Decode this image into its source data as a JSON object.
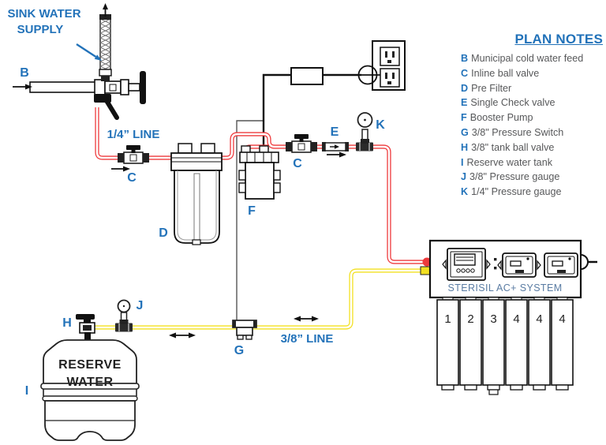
{
  "colors": {
    "label_blue": "#2272b9",
    "note_gray": "#57585a",
    "line_red": "#ee3a3c",
    "line_yellow": "#f2e022",
    "system_text_blue": "#5a7ca3"
  },
  "labels": {
    "sink1": "SINK WATER",
    "sink2": "SUPPLY",
    "b": "B",
    "c": "C",
    "d": "D",
    "e": "E",
    "f": "F",
    "g": "G",
    "h": "H",
    "i": "I",
    "j": "J",
    "k": "K",
    "line_quarter": "1/4” LINE",
    "line_three_eighths": "3/8” LINE"
  },
  "tank": {
    "line1": "RESERVE",
    "line2": "WATER"
  },
  "system": {
    "name": "STERISIL AC+ SYSTEM",
    "cartridges": [
      "1",
      "2",
      "3",
      "4",
      "4",
      "4"
    ]
  },
  "plan_notes": {
    "title": "PLAN NOTES",
    "items": [
      {
        "key": "B",
        "text": "Municipal cold water feed"
      },
      {
        "key": "C",
        "text": "Inline ball valve"
      },
      {
        "key": "D",
        "text": "Pre Filter"
      },
      {
        "key": "E",
        "text": "Single Check valve"
      },
      {
        "key": "F",
        "text": "Booster Pump"
      },
      {
        "key": "G",
        "text": "3/8\" Pressure Switch"
      },
      {
        "key": "H",
        "text": "3/8\" tank ball valve"
      },
      {
        "key": "I",
        "text": "Reserve water tank"
      },
      {
        "key": "J",
        "text": "3/8\" Pressure gauge"
      },
      {
        "key": "K",
        "text": "1/4\" Pressure gauge"
      }
    ]
  }
}
